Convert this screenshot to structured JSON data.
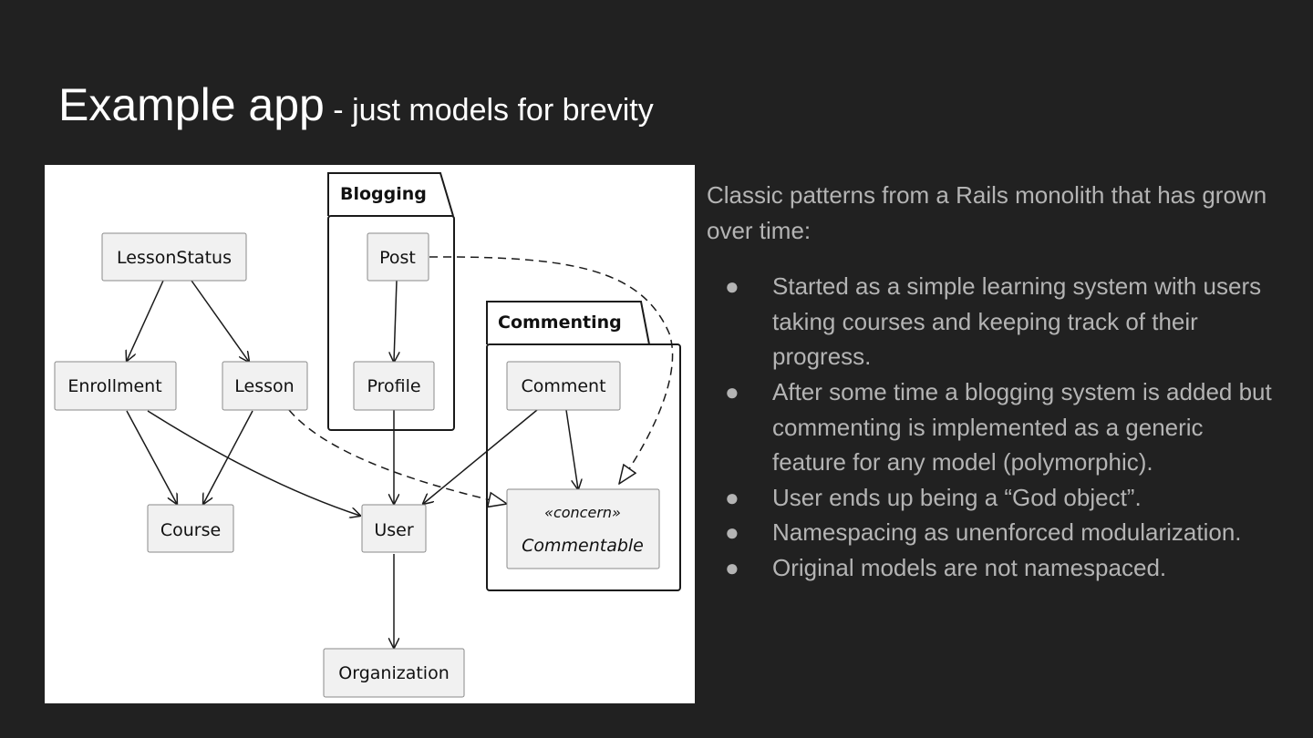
{
  "title": {
    "main": "Example app",
    "sub": " - just models for brevity"
  },
  "diagram": {
    "packages": {
      "blogging": "Blogging",
      "commenting": "Commenting"
    },
    "nodes": {
      "lesson_status": "LessonStatus",
      "enrollment": "Enrollment",
      "lesson": "Lesson",
      "course": "Course",
      "post": "Post",
      "profile": "Profile",
      "user": "User",
      "organization": "Organization",
      "comment": "Comment",
      "commentable_stereotype": "«concern»",
      "commentable": "Commentable"
    }
  },
  "side": {
    "intro": "Classic patterns from a Rails monolith that has grown over time:",
    "bullet_glyph": "●",
    "bullets": [
      "Started as a simple learning system with users taking courses and keeping track of their progress.",
      "After some time a blogging system is added but commenting is implemented as a generic feature for any model (polymorphic).",
      "User ends up being a “God object”.",
      "Namespacing as unenforced modularization.",
      "Original models are not namespaced."
    ]
  }
}
